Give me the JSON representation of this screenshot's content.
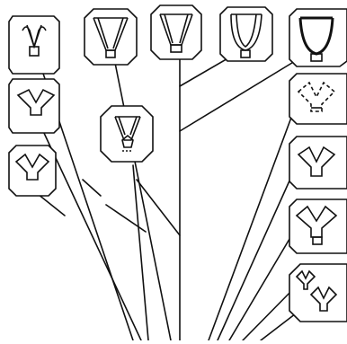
{
  "figure": {
    "ink_color": "#111111",
    "background_color": "#ffffff",
    "panel_shape": "clipped-corner frame",
    "glyph": "branching Y-shaped structure with small cup at base",
    "panels": [
      {
        "id": "p1",
        "variant": "thin-arms"
      },
      {
        "id": "p2",
        "variant": "wide-v-hatched"
      },
      {
        "id": "p3",
        "variant": "wide-v-hatched"
      },
      {
        "id": "p4",
        "variant": "u-cup-hatched"
      },
      {
        "id": "p5",
        "variant": "u-cup-bold"
      },
      {
        "id": "p6",
        "variant": "open-arms"
      },
      {
        "id": "p7",
        "variant": "open-arms"
      },
      {
        "id": "p8",
        "variant": "v-with-pentagon"
      },
      {
        "id": "p9",
        "variant": "dashed-arms"
      },
      {
        "id": "p10",
        "variant": "open-arms"
      },
      {
        "id": "p11",
        "variant": "open-arms-cup"
      },
      {
        "id": "p12",
        "variant": "double-small"
      }
    ]
  }
}
